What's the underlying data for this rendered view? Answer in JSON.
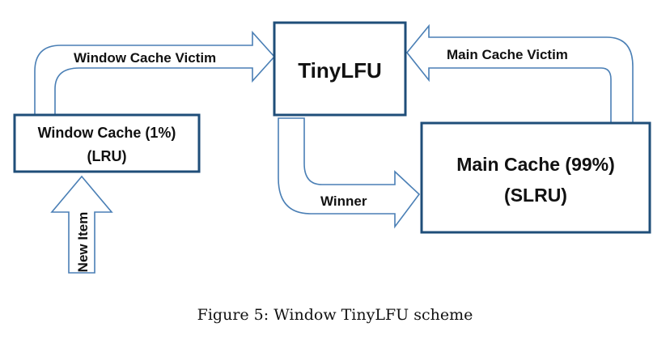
{
  "nodes": {
    "window_cache": {
      "line1": "Window Cache (1%)",
      "line2": "(LRU)"
    },
    "tinylfu": {
      "label": "TinyLFU"
    },
    "main_cache": {
      "line1": "Main Cache (99%)",
      "line2": "(SLRU)"
    }
  },
  "edges": {
    "new_item": "New Item",
    "window_victim": "Window Cache Victim",
    "main_victim": "Main Cache Victim",
    "winner": "Winner"
  },
  "caption": "Figure 5: Window TinyLFU scheme",
  "colors": {
    "box_border": "#1f4e79",
    "arrow_outline": "#4a7fb5"
  }
}
